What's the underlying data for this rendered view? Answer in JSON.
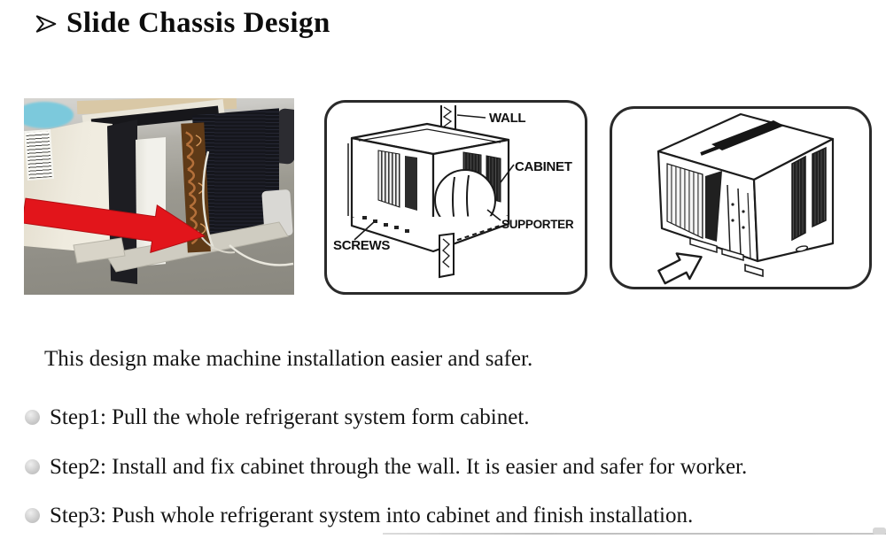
{
  "page": {
    "title": "Slide Chassis Design"
  },
  "intro": "This design make machine installation easier and safer.",
  "steps": [
    "Step1: Pull the whole refrigerant system form cabinet.",
    "Step2: Install and fix cabinet through the wall. It is easier and safer for worker.",
    "Step3: Push whole refrigerant system into cabinet and finish installation."
  ],
  "diagram": {
    "labels": {
      "wall": "WALL",
      "cabinet": "CABINET",
      "supporter": "SUPPORTER",
      "screws": "SCREWS"
    }
  },
  "colors": {
    "arrow_red": "#e2151b",
    "line_dark": "#1a1a1a",
    "bullet_gray": "#c9c9c9"
  }
}
